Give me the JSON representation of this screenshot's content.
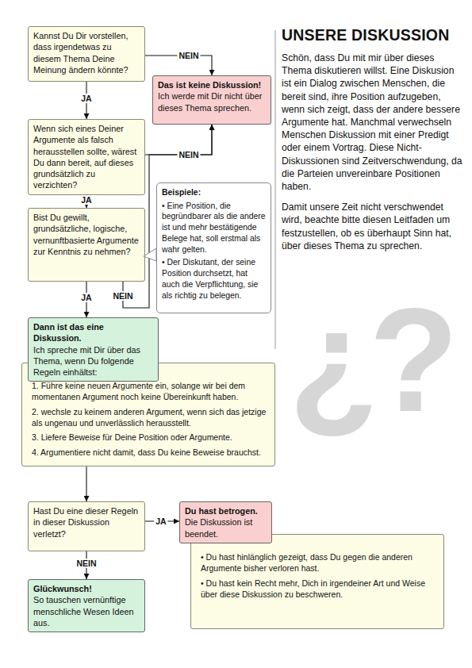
{
  "diagram": {
    "title": "UNSERE DISKUSSION",
    "nodes": [
      {
        "text": [
          "Kannst Du Dir vorstellen, dass irgendetwas zu diesem Thema Deine Meinung ändern könnte?"
        ]
      },
      {
        "text": [
          "Das ist keine Diskussion!",
          "Ich werde mit Dir nicht über dieses Thema sprechen."
        ]
      },
      {
        "text": [
          "Wenn sich eines Deiner Argumente als falsch herausstellen sollte, wärest Du dann bereit, auf dieses grundsätzlich zu verzichten?"
        ]
      },
      {
        "text": [
          "Beispiele:",
          "• Eine Position, die begründbarer als die andere ist und mehr bestätigende Belege hat, soll erstmal als wahr gelten.",
          "• Der Diskutant, der seine Position durchsetzt, hat auch die Verpflichtung, sie als richtig zu belegen."
        ]
      },
      {
        "text": [
          "Bist Du gewillt, grundsätzliche, logische, vernunftbasierte Argumente zur Kenntnis zu nehmen?"
        ]
      },
      {
        "text": [
          "Dann ist das eine Diskussion.",
          "Ich spreche mit Dir über das Thema, wenn Du folgende Regeln einhältst:"
        ]
      },
      {
        "text": [
          "1. Führe keine neuen Argumente ein, solange wir bei dem momentanen Argument noch keine Übereinkunft haben.",
          "2. wechsle zu keinem anderen Argument, wenn sich das jetzige als ungenau und unverlässlich herausstellt.",
          "3. Liefere Beweise für Deine Position oder Argumente.",
          "4. Argumentiere nicht damit, dass Du keine Beweise brauchst."
        ]
      },
      {
        "text": [
          "Hast Du eine dieser Regeln in dieser Diskussion verletzt?"
        ]
      },
      {
        "text": [
          "Du hast betrogen.",
          "Die Diskussion ist beendet."
        ]
      },
      {
        "text": [
          "• Du hast hinlänglich gezeigt, dass Du gegen die anderen Argumente bisher verloren hast.",
          "• Du hast kein Recht mehr, Dich in irgendeiner Art und Weise über diese Diskussion zu beschweren."
        ]
      },
      {
        "text": [
          "Glückwunsch!",
          "So tauschen vernünftige menschliche Wesen Ideen aus."
        ]
      }
    ],
    "edges": [
      {
        "from": 0,
        "to": 1,
        "label": "NEIN",
        "arrow": "to"
      },
      {
        "from": 0,
        "to": 2,
        "label": "JA",
        "arrow": "to"
      },
      {
        "from": 2,
        "to": 1,
        "label": "NEIN",
        "arrow": "to"
      },
      {
        "from": 4,
        "to": 1,
        "label": "NEIN",
        "arrow": "to"
      },
      {
        "from": 2,
        "to": 4,
        "label": "JA",
        "arrow": "to"
      },
      {
        "from": 4,
        "to": 5,
        "label": "JA",
        "arrow": "to"
      },
      {
        "from": 6,
        "to": 7,
        "arrow": "to"
      },
      {
        "from": 7,
        "to": 8,
        "label": "JA",
        "arrow": "to"
      },
      {
        "from": 7,
        "to": 10,
        "label": "NEIN",
        "arrow": "to"
      }
    ],
    "labels": [
      "Schön, dass Du mit mir über dieses Thema diskutieren willst. Eine Diskusion ist ein Dialog zwischen Menschen, die bereit sind, ihre Position aufzugeben, wenn sich zeigt, dass der andere bessere Argumente hat. Manchmal verwechseln Menschen Diskussion mit einer Predigt oder einem Vortrag. Diese Nicht-Diskussionen sind Zeitverschwendung, da die Parteien unvereinbare Positionen haben.",
      "Damit unsere Zeit nicht verschwendet wird, beachte bitte diesen Leitfaden um festzustellen, ob es überhaupt Sinn hat, über dieses Thema zu sprechen.",
      "¿?"
    ]
  }
}
